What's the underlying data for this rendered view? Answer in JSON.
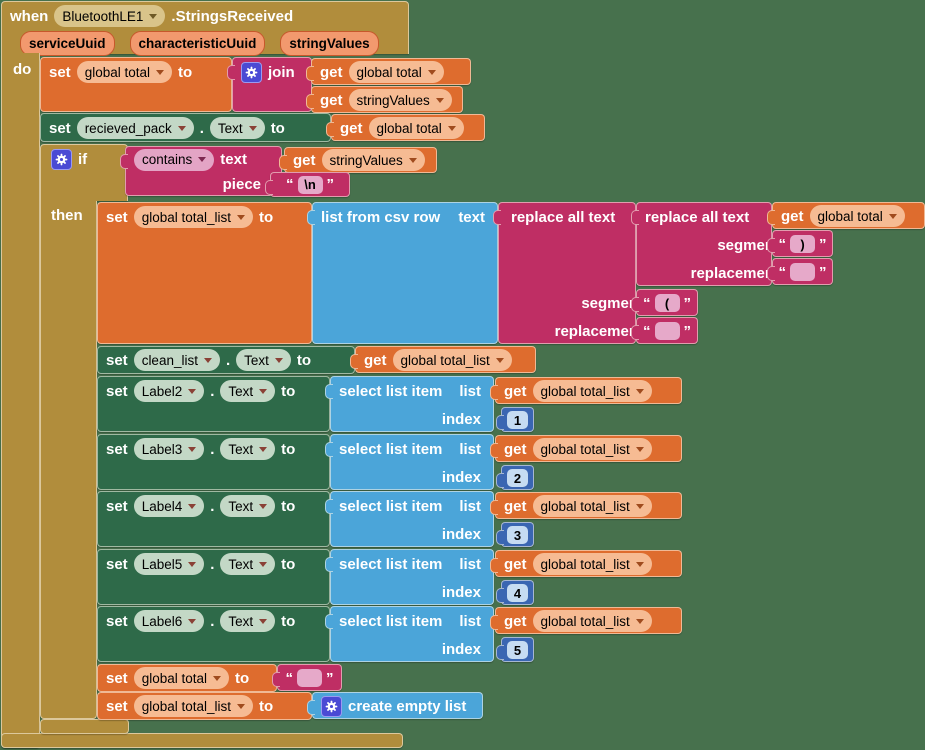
{
  "kw": {
    "set": "set",
    "to": "to",
    "get": "get",
    "dot": ".",
    "q1": "“",
    "q2": "”"
  },
  "when_block": {
    "keyword": "when",
    "component": "BluetoothLE1",
    "event": ".StringsReceived",
    "params": [
      "serviceUuid",
      "characteristicUuid",
      "stringValues"
    ],
    "do_label": "do"
  },
  "join_row": {
    "var": "global total",
    "join_label": "join",
    "arg1": "global total",
    "arg2": "stringValues"
  },
  "recieved_row": {
    "component": "recieved_pack",
    "property": "Text",
    "var": "global total"
  },
  "if_block": {
    "if_label": "if",
    "then_label": "then",
    "op": "contains",
    "text_label": "text",
    "var": "stringValues",
    "piece_label": "piece",
    "piece_value": "\\n"
  },
  "csv_row": {
    "var": "global total_list",
    "block_label": "list from csv row",
    "text_label": "text"
  },
  "replace_outer": {
    "label": "replace all text",
    "segment_label": "segment",
    "segment_value": "(",
    "replacement_label": "replacement",
    "replacement_value": ""
  },
  "replace_inner": {
    "label": "replace all text",
    "var": "global total",
    "segment_label": "segment",
    "segment_value": ")",
    "replacement_label": "replacement",
    "replacement_value": ""
  },
  "clean_row": {
    "component": "clean_list",
    "property": "Text",
    "var": "global total_list"
  },
  "label_rows": [
    {
      "component": "Label2",
      "property": "Text",
      "select_label": "select list item",
      "list_label": "list",
      "var": "global total_list",
      "index_label": "index",
      "index": "1"
    },
    {
      "component": "Label3",
      "property": "Text",
      "select_label": "select list item",
      "list_label": "list",
      "var": "global total_list",
      "index_label": "index",
      "index": "2"
    },
    {
      "component": "Label4",
      "property": "Text",
      "select_label": "select list item",
      "list_label": "list",
      "var": "global total_list",
      "index_label": "index",
      "index": "3"
    },
    {
      "component": "Label5",
      "property": "Text",
      "select_label": "select list item",
      "list_label": "list",
      "var": "global total_list",
      "index_label": "index",
      "index": "4"
    },
    {
      "component": "Label6",
      "property": "Text",
      "select_label": "select list item",
      "list_label": "list",
      "var": "global total_list",
      "index_label": "index",
      "index": "5"
    }
  ],
  "reset_total_row": {
    "var": "global total",
    "value": ""
  },
  "reset_list_row": {
    "var": "global total_list",
    "block_label": "create empty list"
  },
  "colors": {
    "workspace": "#47714D",
    "event_gold": "#B18D3C",
    "variable_orange": "#DE6C2E",
    "setter_green": "#2E6A49",
    "text_magenta": "#BF2E64",
    "list_blue": "#4BA5D9",
    "math_navy": "#3A66B2",
    "gear_indigo": "#4A4AD4"
  }
}
